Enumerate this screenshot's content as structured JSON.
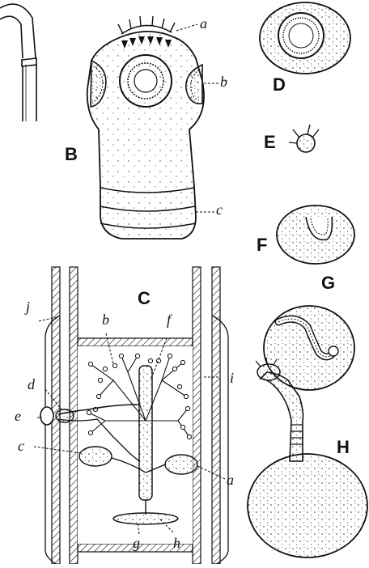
{
  "figure": {
    "panels": {
      "B": "B",
      "C": "C",
      "D": "D",
      "E": "E",
      "F": "F",
      "G": "G",
      "H": "H"
    },
    "labels_B": {
      "a": "a",
      "b": "b",
      "c": "c"
    },
    "labels_C": {
      "a": "a",
      "b": "b",
      "c": "c",
      "d": "d",
      "e": "e",
      "f": "f",
      "g": "g",
      "h": "h",
      "i": "i",
      "j": "j"
    }
  }
}
